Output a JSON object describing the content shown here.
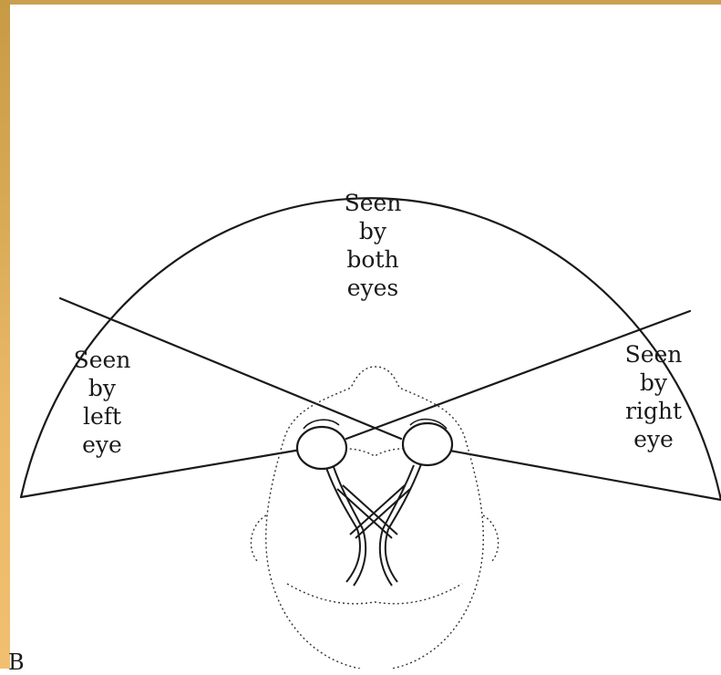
{
  "labels": {
    "both": [
      "Seen",
      "by",
      "both",
      "eyes"
    ],
    "left": [
      "Seen",
      "by",
      "left",
      "eye"
    ],
    "right": [
      "Seen",
      "by",
      "right",
      "eye"
    ]
  },
  "corner_letter": "B",
  "colors": {
    "line": "#1a1a1a",
    "frame": "#d4a550",
    "background": "#ffffff"
  }
}
